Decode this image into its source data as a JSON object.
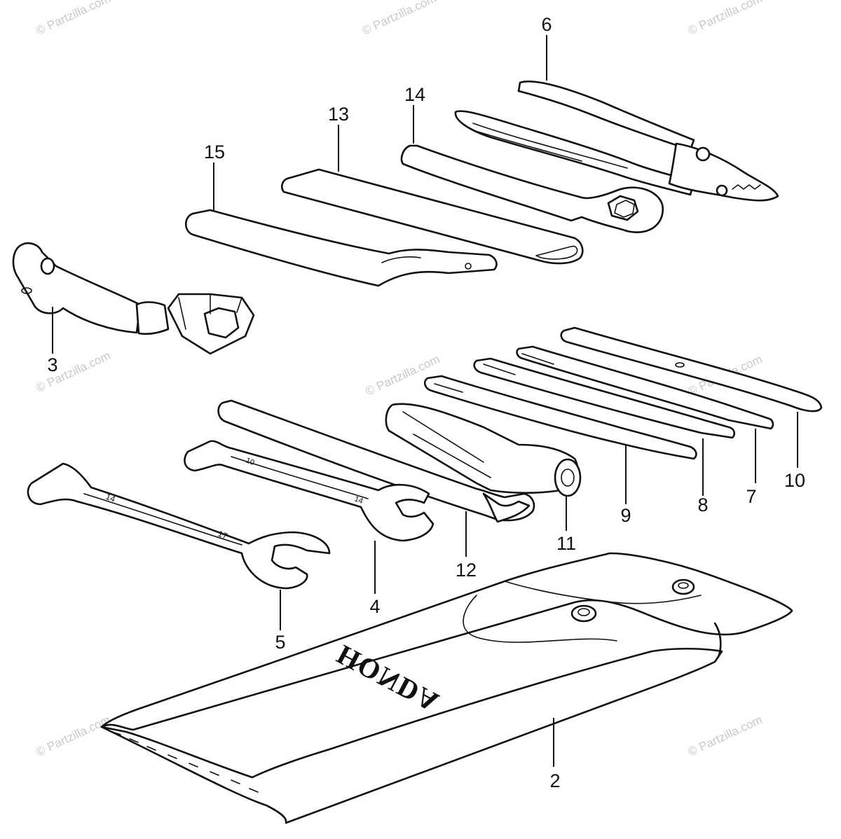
{
  "callouts": [
    {
      "id": "2",
      "text": "2"
    },
    {
      "id": "3",
      "text": "3"
    },
    {
      "id": "4",
      "text": "4"
    },
    {
      "id": "5",
      "text": "5"
    },
    {
      "id": "6",
      "text": "6"
    },
    {
      "id": "7",
      "text": "7"
    },
    {
      "id": "8",
      "text": "8"
    },
    {
      "id": "9",
      "text": "9"
    },
    {
      "id": "10",
      "text": "10"
    },
    {
      "id": "11",
      "text": "11"
    },
    {
      "id": "12",
      "text": "12"
    },
    {
      "id": "13",
      "text": "13"
    },
    {
      "id": "14",
      "text": "14"
    },
    {
      "id": "15",
      "text": "15"
    }
  ],
  "watermark_text": "© Partzilla.com",
  "bag_brand_text": "HONDA",
  "colors": {
    "line": "#111111",
    "background": "#ffffff",
    "watermark": "#c8c8c8"
  }
}
